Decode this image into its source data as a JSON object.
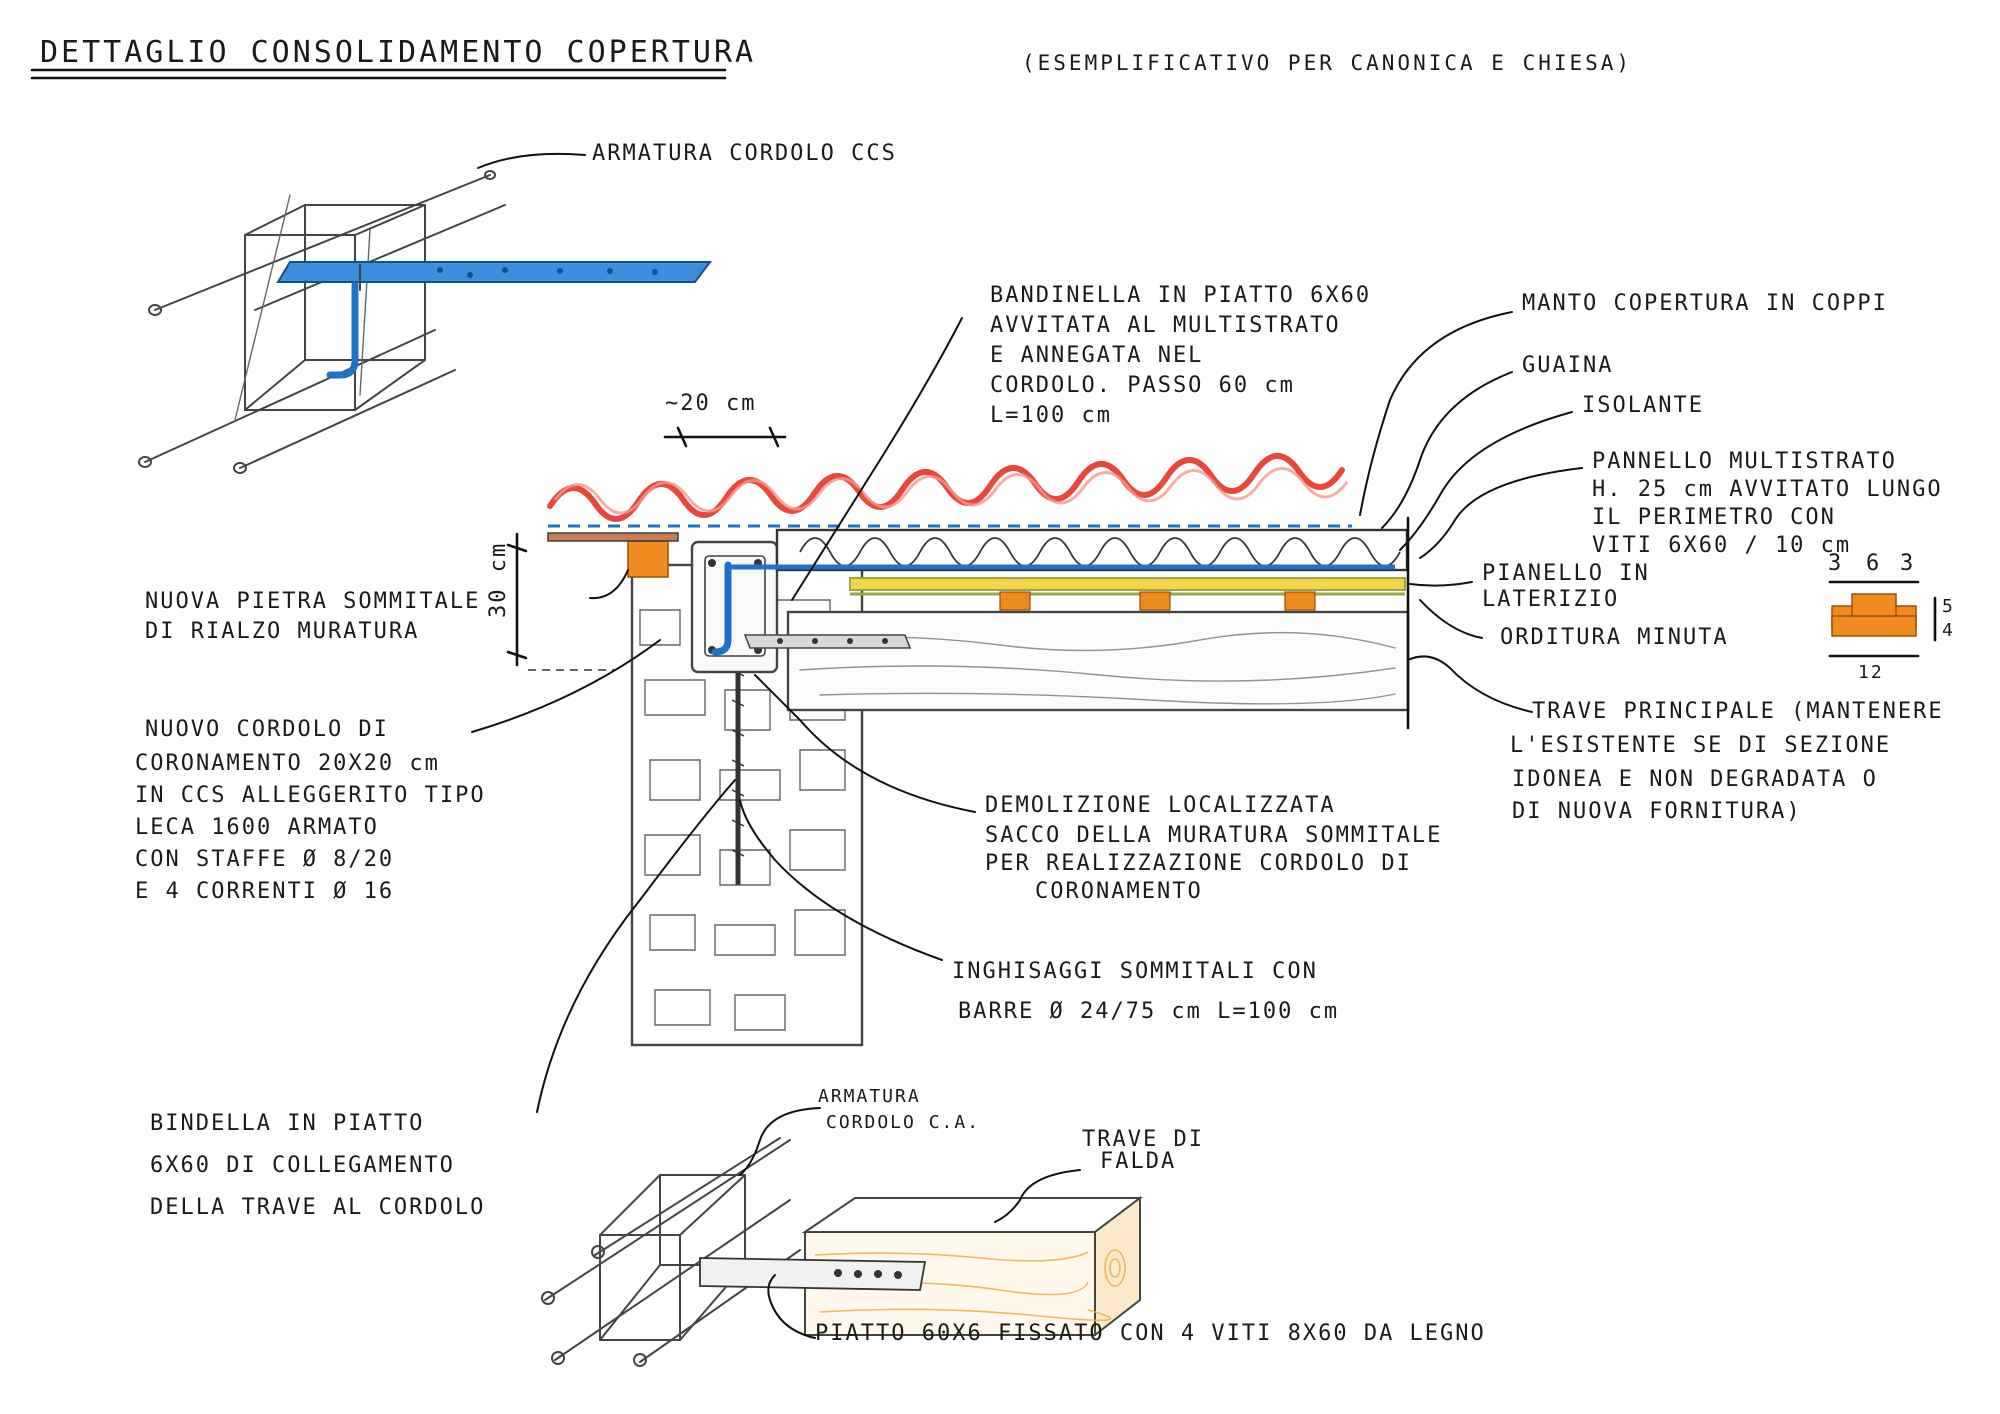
{
  "title": "DETTAGLIO CONSOLIDAMENTO COPERTURA",
  "subtitle": "(ESEMPLIFICATIVO PER CANONICA E CHIESA)",
  "labels": {
    "armatura_top": "ARMATURA CORDOLO CCS",
    "bandinella": [
      "BANDINELLA IN PIATTO 6X60",
      "AVVITATA AL MULTISTRATO",
      "E ANNEGATA NEL",
      "CORDOLO. PASSO 60 cm",
      "L=100 cm"
    ],
    "dim_20": "~20 cm",
    "dim_30": "30 cm",
    "manto": "MANTO COPERTURA IN COPPI",
    "guaina": "GUAINA",
    "isolante": "ISOLANTE",
    "pannello": [
      "PANNELLO MULTISTRATO",
      "H. 25 cm AVVITATO LUNGO",
      "IL PERIMETRO CON",
      "VITI 6X60 / 10 cm"
    ],
    "pianello": [
      "PIANELLO IN",
      "LATERIZIO"
    ],
    "orditura": "ORDITURA MINUTA",
    "trave_principale": [
      "TRAVE PRINCIPALE (MANTENERE",
      "L'ESISTENTE SE DI SEZIONE",
      "IDONEA E NON DEGRADATA O",
      "DI NUOVA FORNITURA)"
    ],
    "pietra": [
      "NUOVA PIETRA SOMMITALE",
      "DI RIALZO MURATURA"
    ],
    "cordolo": [
      "NUOVO CORDOLO DI",
      "CORONAMENTO 20X20 cm",
      "IN CCS ALLEGGERITO TIPO",
      "LECA 1600 ARMATO",
      "CON STAFFE Ø 8/20",
      "E 4 CORRENTI Ø 16"
    ],
    "demolizione": [
      "DEMOLIZIONE LOCALIZZATA",
      "SACCO DELLA MURATURA SOMMITALE",
      "PER REALIZZAZIONE CORDOLO DI",
      "CORONAMENTO"
    ],
    "inghisaggi": [
      "INGHISAGGI SOMMITALI CON",
      "BARRE Ø 24/75 cm L=100 cm"
    ],
    "bindella": [
      "BINDELLA IN PIATTO",
      "6X60 DI COLLEGAMENTO",
      "DELLA TRAVE AL CORDOLO"
    ],
    "armatura_bottom": [
      "ARMATURA",
      "CORDOLO C.A."
    ],
    "trave_falda": [
      "TRAVE DI",
      "FALDA"
    ],
    "piatto": "PIATTO 60X6 FISSATO CON 4 VITI 8X60 DA LEGNO"
  },
  "profile_dims": {
    "top": [
      "3",
      "6",
      "3"
    ],
    "right": [
      "5",
      "4"
    ],
    "bottom": "12"
  },
  "colors": {
    "tiles": "#e8483a",
    "steel": "#1e73c8",
    "orange": "#ef8a1e",
    "yellow": "#f2d54a",
    "olive": "#9aa54a",
    "pencil": "#444444",
    "ink": "#111111"
  }
}
